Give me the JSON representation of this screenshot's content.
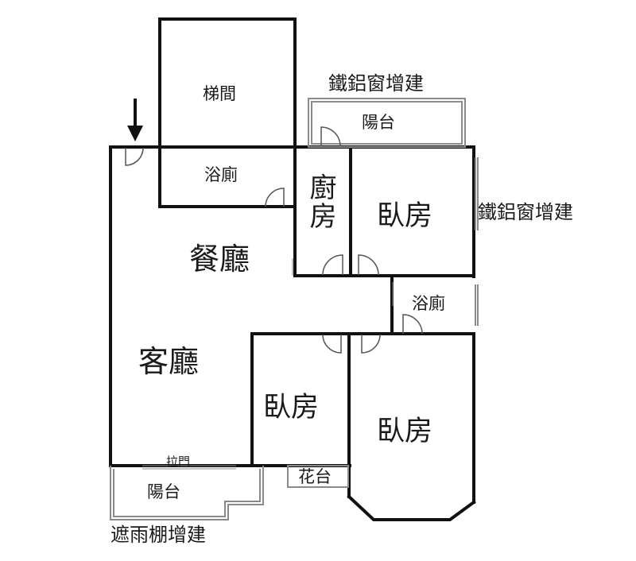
{
  "rooms": {
    "stairwell": "梯間",
    "bath_top": "浴廁",
    "kitchen": "廚房",
    "bedroom_top": "臥房",
    "dining": "餐廳",
    "bath_right": "浴廁",
    "living": "客廳",
    "bedroom_mid": "臥房",
    "bedroom_right": "臥房",
    "balcony_top": "陽台",
    "balcony_bottom": "陽台",
    "planter": "花台"
  },
  "annotations": {
    "window_top": "鐵鋁窗增建",
    "window_right": "鐵鋁窗增建",
    "sliding_door": "拉門",
    "awning": "遮雨棚增建"
  },
  "colors": {
    "wall": "#111111",
    "extension": "#8a8a8a",
    "text": "#1a1a1a"
  }
}
